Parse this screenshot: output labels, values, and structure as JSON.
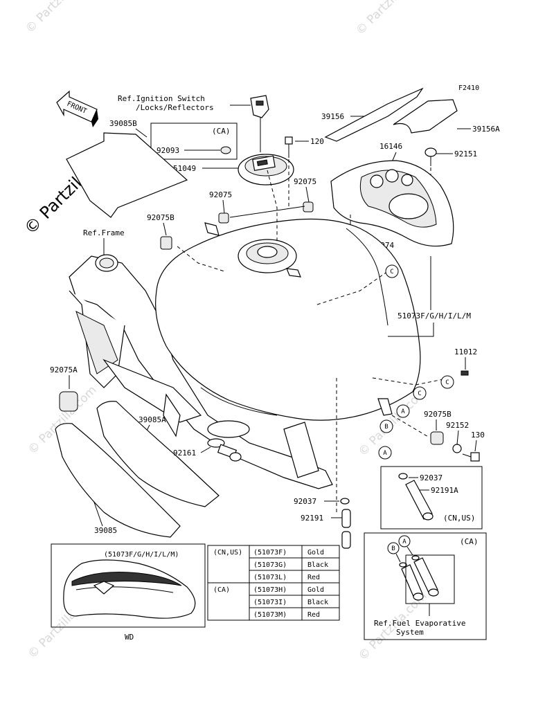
{
  "diagram_code": "F2410",
  "watermark": "© Partzilla.com",
  "front_label": "FRONT",
  "labels": {
    "ref_ignition_line1": "Ref.Ignition Switch",
    "ref_ignition_line2": "/Locks/Reflectors",
    "ca": "(CA)",
    "p92093": "92093",
    "p51049": "51049",
    "p120": "120",
    "p39156": "39156",
    "p39156A": "39156A",
    "p16146": "16146",
    "p92151": "92151",
    "p39085B": "39085B",
    "p92075": "92075",
    "p92075b_top": "92075",
    "p92074": "92074",
    "p92075B": "92075B",
    "ref_frame": "Ref.Frame",
    "p51073": "51073F/G/H/I/L/M",
    "p11012": "11012",
    "p92075A": "92075A",
    "p39085A": "39085A",
    "p92161": "92161",
    "p92075B_right": "92075B",
    "p92152": "92152",
    "p130": "130",
    "p92037": "92037",
    "p92191A": "92191A",
    "cn_us": "(CN,US)",
    "p92037_left": "92037",
    "p92191": "92191",
    "p39085": "39085",
    "wd_part": "(51073F/G/H/I/L/M)",
    "wd": "WD",
    "ca_box": "(CA)",
    "ref_fuel_line1": "Ref.Fuel Evaporative",
    "ref_fuel_line2": "System",
    "circle_c": "C",
    "circle_a": "A",
    "circle_b": "B"
  },
  "color_table": [
    {
      "region": "(CN,US)",
      "part": "(51073F)",
      "color": "Gold"
    },
    {
      "region": "",
      "part": "(51073G)",
      "color": "Black"
    },
    {
      "region": "",
      "part": "(51073L)",
      "color": "Red"
    },
    {
      "region": "(CA)",
      "part": "(51073H)",
      "color": "Gold"
    },
    {
      "region": "",
      "part": "(51073I)",
      "color": "Black"
    },
    {
      "region": "",
      "part": "(51073M)",
      "color": "Red"
    }
  ]
}
